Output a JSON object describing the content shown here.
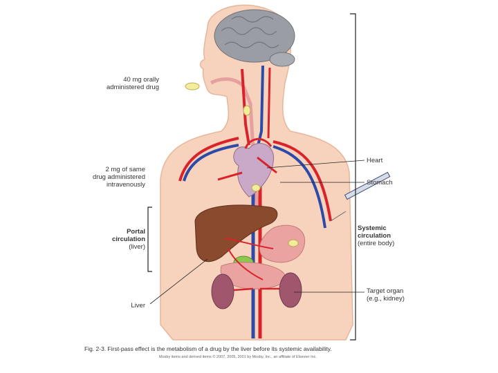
{
  "labels": {
    "oral": [
      "40 mg orally",
      "administered drug"
    ],
    "iv": [
      "2 mg of same",
      "drug administered",
      "intravenously"
    ],
    "portal": [
      "Portal",
      "circulation",
      "(liver)"
    ],
    "liver": "Liver",
    "heart": "Heart",
    "stomach": "Stomach",
    "systemic": [
      "Systemic",
      "circulation",
      "(entire body)"
    ],
    "target": [
      "Target organ",
      "(e.g., kidney)"
    ]
  },
  "caption": "Fig. 2-3. First-pass effect is the metabolism of a drug by the liver before its systemic availability.",
  "copyright": "Mosby items and derived items © 2007, 2005, 2001 by Mosby, Inc., an affiliate of Elsevier Inc.",
  "colors": {
    "skin": "#f7d3bd",
    "skin_edge": "#e8b59a",
    "brain": "#9a9ea4",
    "artery": "#d8232a",
    "vein": "#2d4aa8",
    "liver": "#8a4a2e",
    "stomach": "#eaa3a0",
    "kidney": "#a0576e",
    "heart": "#c9a8c8",
    "gallbladder": "#8cc850",
    "pill": "#f3ec9a"
  }
}
